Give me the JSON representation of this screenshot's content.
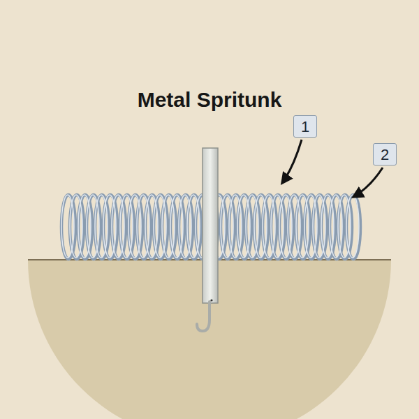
{
  "diagram": {
    "title": "Metal Spritunk",
    "labels": [
      "1",
      "2"
    ]
  }
}
